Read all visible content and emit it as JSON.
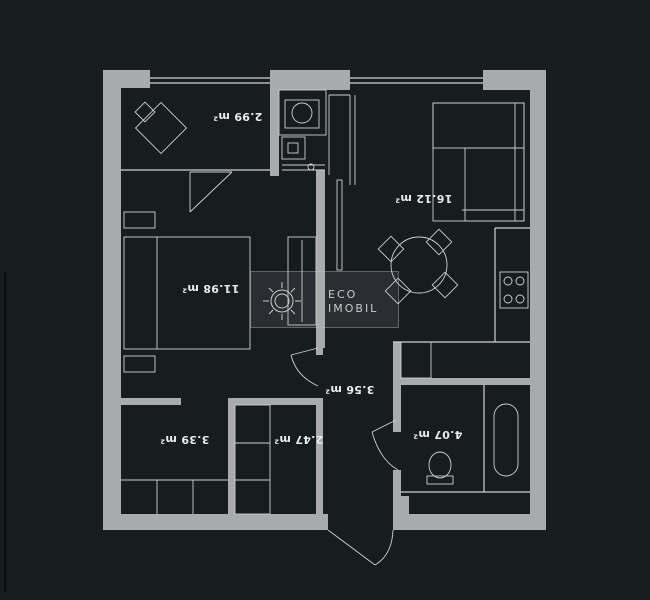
{
  "plan": {
    "background_color": "#171c1f",
    "wall_color": "#a9aaab",
    "line_color": "#cfd1d2",
    "rooms": [
      {
        "id": "balcony",
        "area": "2.99 m²"
      },
      {
        "id": "living-room",
        "area": "16.12 m²"
      },
      {
        "id": "bedroom",
        "area": "11.98 m²"
      },
      {
        "id": "hallway",
        "area": "3.56 m²"
      },
      {
        "id": "dressing",
        "area": "3.39 m²"
      },
      {
        "id": "storage",
        "area": "2.47 m²"
      },
      {
        "id": "bathroom",
        "area": "4.07 m²"
      }
    ]
  },
  "watermark": {
    "line1": "ECO",
    "line2": "IMOBIL",
    "icon": "sun-logo-icon"
  }
}
